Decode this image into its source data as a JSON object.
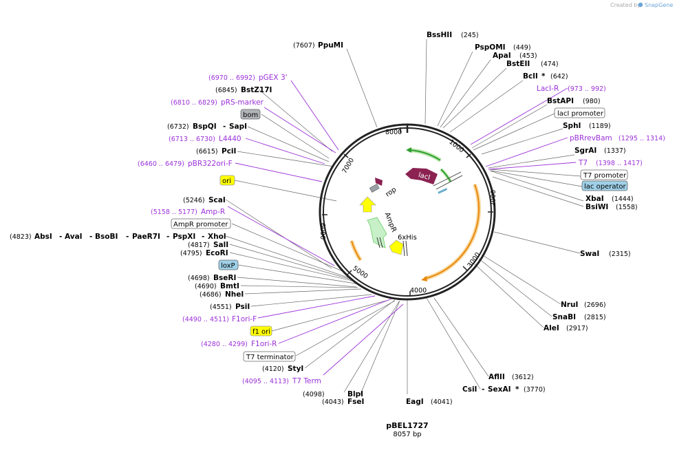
{
  "credit": {
    "prefix": "Created by",
    "brand": "SnapGene"
  },
  "plasmid": {
    "name": "pBEL1727",
    "length": "8057 bp"
  },
  "colors": {
    "primer": "#9b30d9",
    "lacI": "#8b2252",
    "green": "#2e9e2e",
    "orange": "#e8890c",
    "yellow": "#ffff00",
    "backbone": "#222222"
  },
  "ticks": [
    "1000",
    "2000",
    "3000",
    "4000",
    "5000",
    "6000",
    "7000",
    "8000"
  ],
  "features_on_map": [
    "lacI",
    "rop",
    "AmpR",
    "6xHis"
  ],
  "sites": {
    "bsshii": {
      "name": "BssHII",
      "pos": "(245)"
    },
    "pspomi": {
      "name": "PspOMI",
      "pos": "(449)"
    },
    "apai": {
      "name": "ApaI",
      "pos": "(453)"
    },
    "bsteii": {
      "name": "BstEII",
      "pos": "(474)"
    },
    "bcli": {
      "name": "BclI",
      "star": "*",
      "pos": "(642)"
    },
    "lacir": {
      "name": "LacI-R",
      "pos": "(973 .. 992)"
    },
    "bstapi": {
      "name": "BstAPI",
      "pos": "(980)"
    },
    "lacipromoter": {
      "name": "lacI promoter"
    },
    "sphi": {
      "name": "SphI",
      "pos": "(1189)"
    },
    "pbrrevbam": {
      "name": "pBRrevBam",
      "pos": "(1295 .. 1314)"
    },
    "sgrai": {
      "name": "SgrAI",
      "pos": "(1337)"
    },
    "t7": {
      "name": "T7",
      "pos": "(1398 .. 1417)"
    },
    "t7promoter": {
      "name": "T7 promoter"
    },
    "lacoperator": {
      "name": "lac operator"
    },
    "xbai": {
      "name": "XbaI",
      "pos": "(1444)"
    },
    "bsiwi": {
      "name": "BsiWI",
      "pos": "(1558)"
    },
    "swai": {
      "name": "SwaI",
      "pos": "(2315)"
    },
    "nrui": {
      "name": "NruI",
      "pos": "(2696)"
    },
    "snabi": {
      "name": "SnaBI",
      "pos": "(2815)"
    },
    "alei": {
      "name": "AleI",
      "pos": "(2917)"
    },
    "aflii": {
      "name": "AflII",
      "pos": "(3612)"
    },
    "csii": {
      "name": "CsiI",
      "sep": "-",
      "name2": "SexAI",
      "star": "*",
      "pos": "(3770)"
    },
    "eagi": {
      "name": "EagI",
      "pos": "(4041)"
    },
    "blpi": {
      "name": "BlpI",
      "pos": "(4098)"
    },
    "fsei": {
      "name": "FseI",
      "pos": "(4043)"
    },
    "t7term": {
      "name": "T7 Term",
      "pos": "(4095 .. 4113)"
    },
    "styi": {
      "name": "StyI",
      "pos": "(4120)"
    },
    "t7terminator": {
      "name": "T7 terminator"
    },
    "f1orir": {
      "name": "F1ori-R",
      "pos": "(4280 .. 4299)"
    },
    "f1ori": {
      "name": "f1 ori"
    },
    "f1orif": {
      "name": "F1ori-F",
      "pos": "(4490 .. 4511)"
    },
    "psii": {
      "name": "PsiI",
      "pos": "(4551)"
    },
    "nhei": {
      "name": "NheI",
      "pos": "(4686)"
    },
    "bmti": {
      "name": "BmtI",
      "pos": "(4690)"
    },
    "bseri": {
      "name": "BseRI",
      "pos": "(4698)"
    },
    "loxp": {
      "name": "loxP"
    },
    "ecori": {
      "name": "EcoRI",
      "pos": "(4795)"
    },
    "sali": {
      "name": "SalI",
      "pos": "(4817)"
    },
    "multi": {
      "pos": "(4823)",
      "n1": "AbsI",
      "sep": "-",
      "n2": "AvaI",
      "n3": "BsoBI",
      "n4": "PaeR7I",
      "n5": "PspXI",
      "n6": "XhoI"
    },
    "amprpromoter": {
      "name": "AmpR promoter"
    },
    "ampr": {
      "name": "Amp-R",
      "pos": "(5158 .. 5177)"
    },
    "scai": {
      "name": "ScaI",
      "pos": "(5246)"
    },
    "ori": {
      "name": "ori"
    },
    "pbr322orif": {
      "name": "pBR322ori-F",
      "pos": "(6460 .. 6479)"
    },
    "pcii": {
      "name": "PciI",
      "pos": "(6615)"
    },
    "l4440": {
      "name": "L4440",
      "pos": "(6713 .. 6730)"
    },
    "bspqi": {
      "name": "BspQI",
      "sep": "-",
      "name2": "SapI",
      "pos": "(6732)"
    },
    "bom": {
      "name": "bom"
    },
    "prsmarker": {
      "name": "pRS-marker",
      "pos": "(6810 .. 6829)"
    },
    "bstz17i": {
      "name": "BstZ17I",
      "pos": "(6845)"
    },
    "pgex3": {
      "name": "pGEX 3'",
      "pos": "(6970 .. 6992)"
    },
    "ppumi": {
      "name": "PpuMI",
      "pos": "(7607)"
    }
  }
}
